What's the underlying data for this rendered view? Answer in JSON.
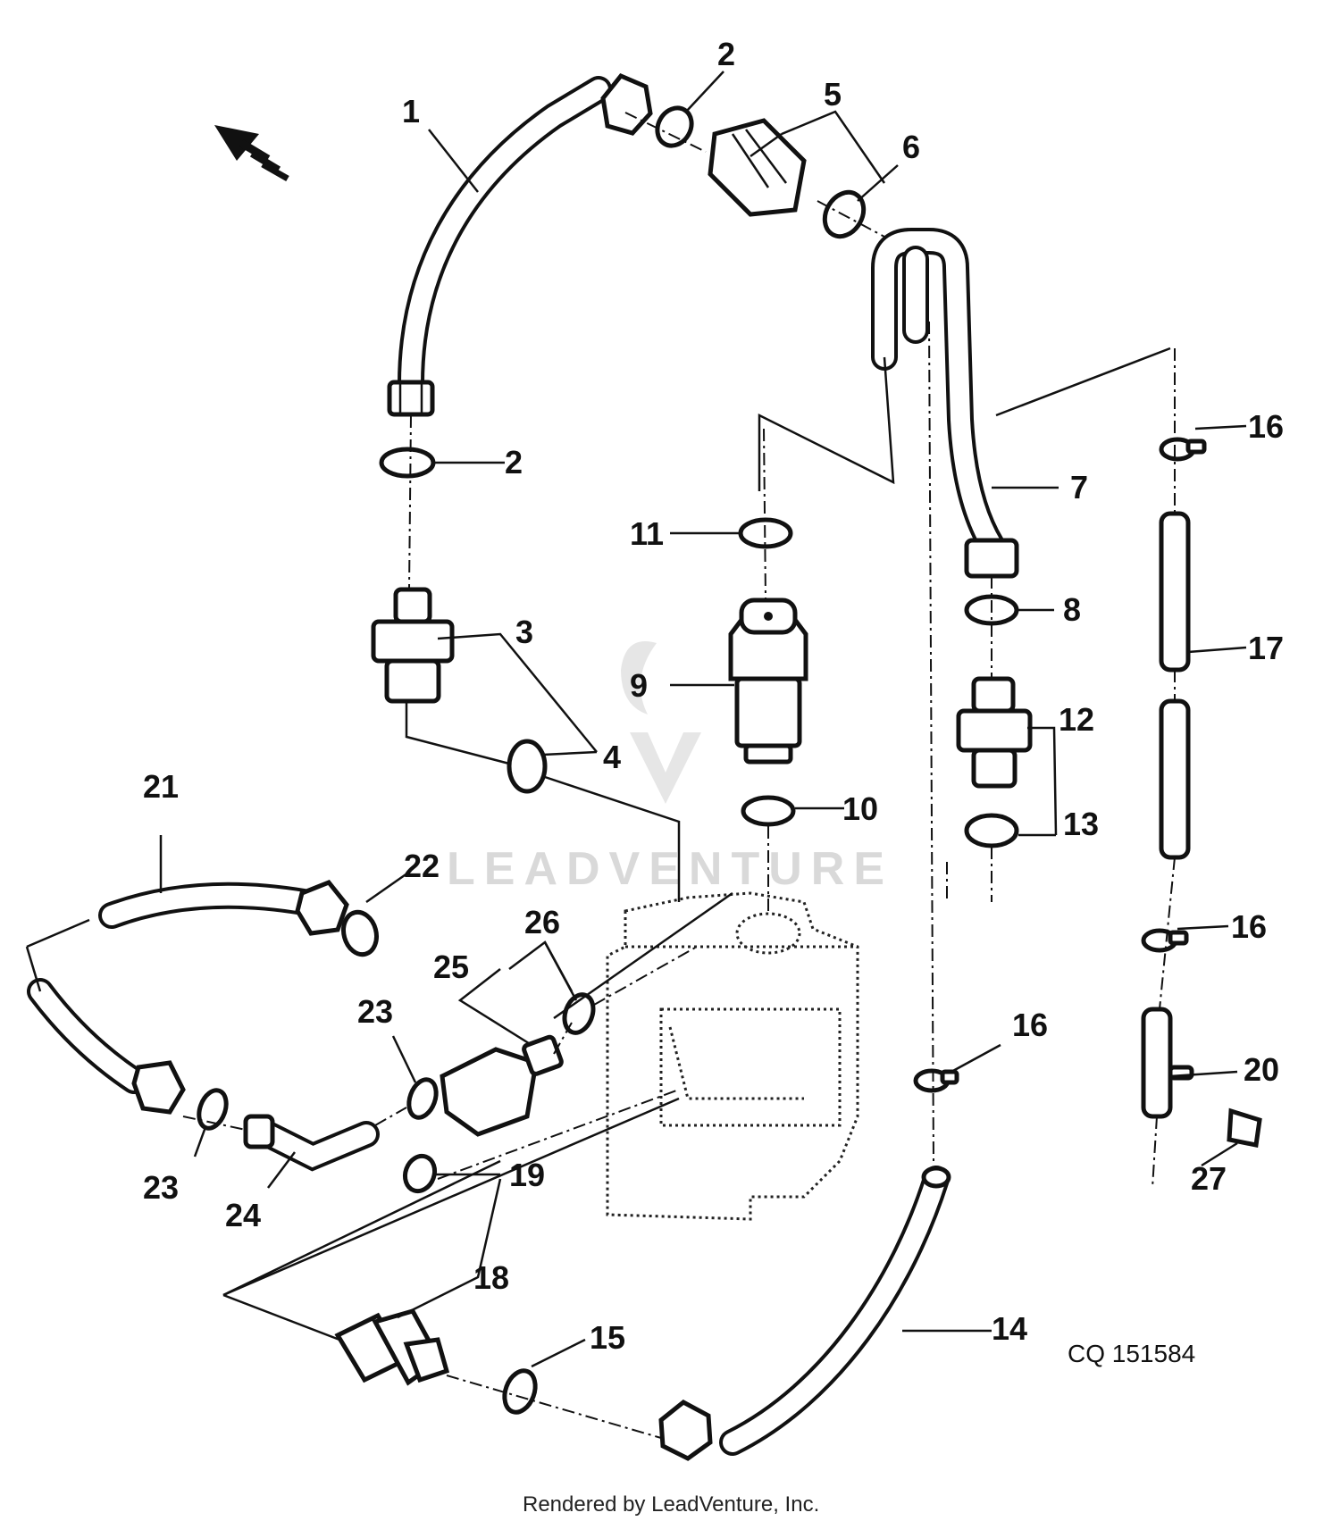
{
  "diagram": {
    "callouts": {
      "c1": "1",
      "c2a": "2",
      "c2b": "2",
      "c3": "3",
      "c4": "4",
      "c5": "5",
      "c6": "6",
      "c7": "7",
      "c8": "8",
      "c9": "9",
      "c10": "10",
      "c11": "11",
      "c12": "12",
      "c13": "13",
      "c14": "14",
      "c15": "15",
      "c16a": "16",
      "c16b": "16",
      "c16c": "16",
      "c17": "17",
      "c18": "18",
      "c19": "19",
      "c20": "20",
      "c21": "21",
      "c22": "22",
      "c23a": "23",
      "c23b": "23",
      "c24": "24",
      "c25": "25",
      "c26": "26",
      "c27": "27"
    },
    "reference_code": "CQ 151584",
    "watermark": "LEADVENTURE",
    "footer": "Rendered by LeadVenture, Inc."
  }
}
